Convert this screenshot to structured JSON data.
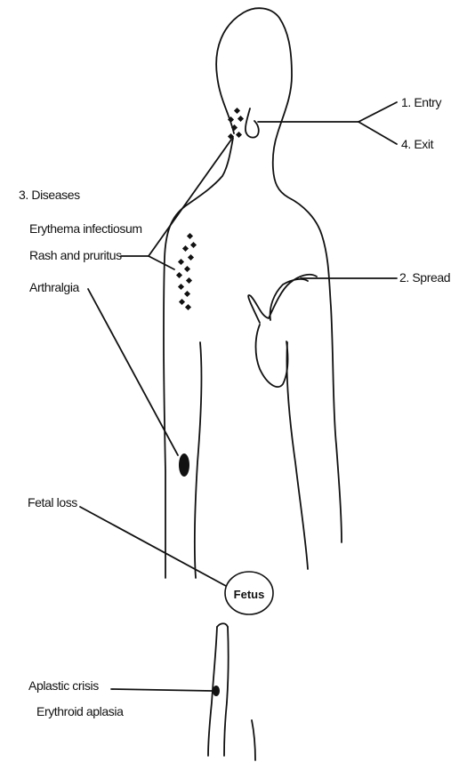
{
  "labels": {
    "entry": "1. Entry",
    "exit": "4. Exit",
    "spread": "2. Spread",
    "diseases_heading": "3. Diseases",
    "disease_1": "Erythema infectiosum",
    "disease_2": "Rash and pruritus",
    "disease_3": "Arthralgia",
    "fetal_loss": "Fetal loss",
    "fetus": "Fetus",
    "aplastic_crisis": "Aplastic crisis",
    "erythroid_aplasia": "Erythroid aplasia"
  }
}
